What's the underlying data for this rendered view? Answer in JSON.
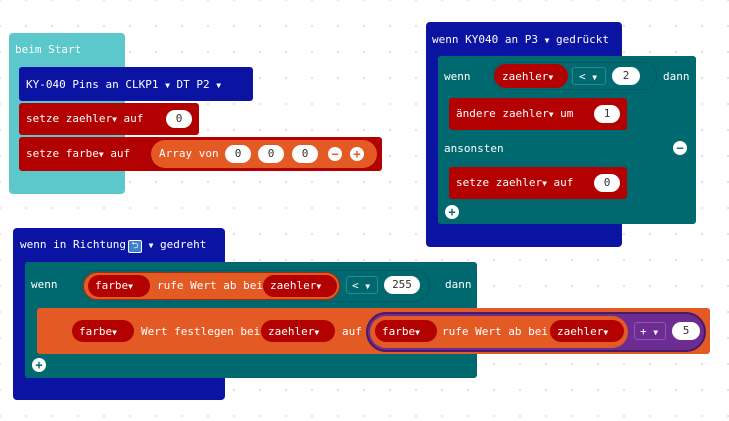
{
  "colors": {
    "start": "#5cc8cb",
    "pins_blue": "#0b13a3",
    "variables_red": "#b30000",
    "array_orange": "#e45a25",
    "logic_teal": "#006970",
    "math_purple": "#6d2c91"
  },
  "start_block": {
    "title": "beim Start",
    "pins": {
      "label": "KY-040 Pins an CLKP1",
      "dt": "DT",
      "p2": "P2"
    },
    "set_zaehler": {
      "label": "setze zaehler",
      "auf": "auf",
      "value": "0"
    },
    "set_farbe": {
      "label": "setze farbe",
      "auf": "auf",
      "array": "Array von",
      "v1": "0",
      "v2": "0",
      "v3": "0"
    }
  },
  "pressed_block": {
    "title": "wenn KY040 an P3",
    "gedrueckt": "gedrückt",
    "if_label": "wenn",
    "var": "zaehler",
    "op": "<",
    "value": "2",
    "dann": "dann",
    "change": {
      "label": "ändere zaehler",
      "um": "um",
      "value": "1"
    },
    "else_label": "ansonsten",
    "set": {
      "label": "setze zaehler",
      "auf": "auf",
      "value": "0"
    }
  },
  "direction_block": {
    "title": "wenn in Richtung",
    "gedreht": "gedreht",
    "if_label": "wenn",
    "farbe": "farbe",
    "rufe": "rufe Wert ab bei",
    "zaehler": "zaehler",
    "op": "<",
    "value": "255",
    "dann": "dann",
    "set_farbe": "farbe",
    "festlegen": "Wert festlegen bei",
    "zaehler2": "zaehler",
    "auf": "auf",
    "inner_farbe": "farbe",
    "inner_rufe": "rufe Wert ab bei",
    "inner_zaehler": "zaehler",
    "plus": "+",
    "plus_value": "5"
  }
}
